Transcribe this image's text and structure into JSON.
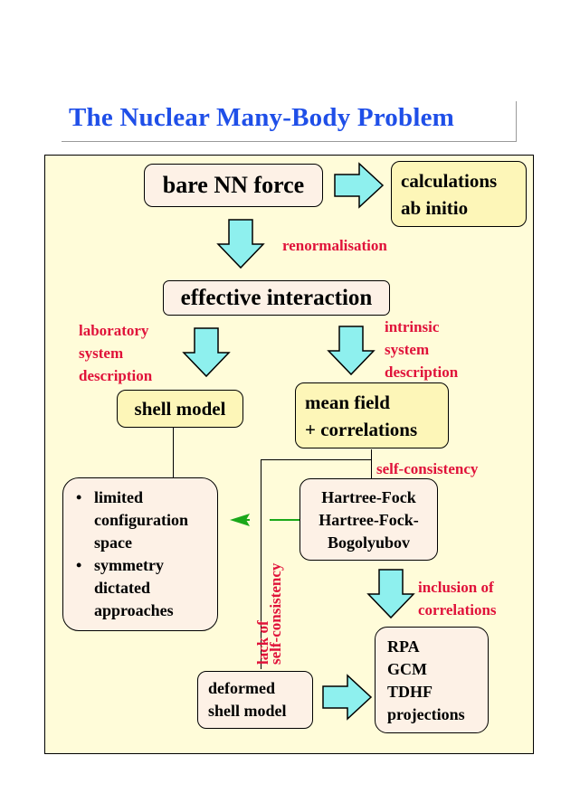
{
  "title": "The Nuclear Many-Body Problem",
  "colors": {
    "title": "#1f4fe8",
    "label": "#e0123a",
    "arrow_fill": "#8ef0ee",
    "green_arrow": "#1aa81a",
    "panel_bg": "#fffcd9"
  },
  "nodes": {
    "bare_nn_force": "bare NN force",
    "ab_initio": [
      "calculations",
      "ab initio"
    ],
    "effective_interaction": "effective interaction",
    "shell_model": "shell model",
    "mean_field": [
      "mean field",
      "+ correlations"
    ],
    "limitations": [
      "limited",
      "configuration",
      "space",
      "symmetry",
      "dictated",
      "approaches"
    ],
    "hartree_fock": [
      "Hartree-Fock",
      "Hartree-Fock-",
      "Bogolyubov"
    ],
    "deformed_shell_model": [
      "deformed",
      "shell model"
    ],
    "beyond_mean_field": [
      "RPA",
      "GCM",
      "TDHF",
      "projections"
    ]
  },
  "labels": {
    "renormalisation": "renormalisation",
    "laboratory": [
      "laboratory",
      "system",
      "description"
    ],
    "intrinsic": [
      "intrinsic",
      "system",
      "description"
    ],
    "self_consistency": "self-consistency",
    "inclusion": [
      "inclusion of",
      "correlations"
    ],
    "lack_of": "lack of",
    "self_consistency_vertical": "self-consistency"
  },
  "bullet": "•"
}
